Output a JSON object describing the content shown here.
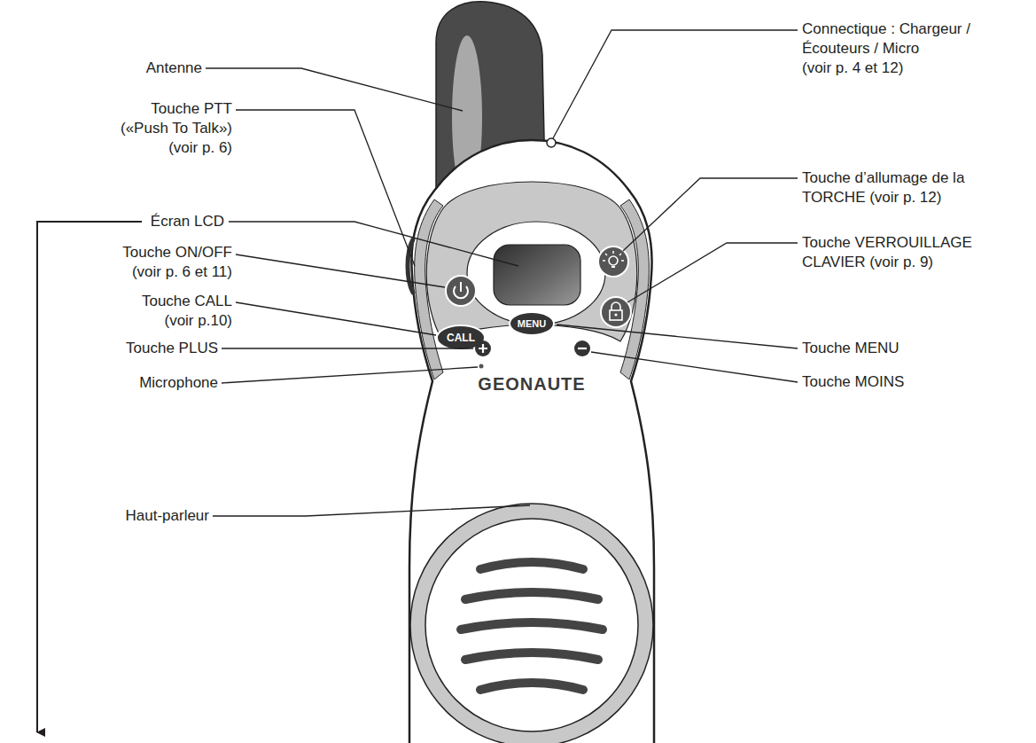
{
  "diagram": {
    "labels": [
      "Antenne",
      "Touche PTT («Push To Talk») (voir p. 6)",
      "Écran LCD",
      "Touche ON/OFF (voir p. 6 et 11)",
      "Touche CALL (voir p.10)",
      "Touche PLUS",
      "Microphone",
      "Haut-parleur",
      "Connectique : Chargeur / Écouteurs / Micro (voir p. 4 et 12)",
      "Touche d’allumage de la TORCHE (voir p. 12)",
      "Touche VERROUILLAGE CLAVIER (voir p. 9)",
      "Touche MENU",
      "Touche MOINS",
      "CALL",
      "MENU",
      "GEONAUTE"
    ]
  }
}
